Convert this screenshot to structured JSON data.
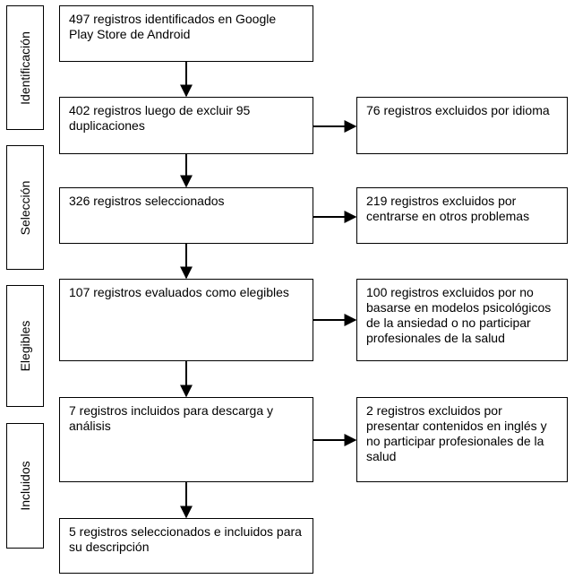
{
  "stages": {
    "identificacion": "Identificación",
    "seleccion": "Selección",
    "elegibles": "Elegibles",
    "incluidos": "Incluidos"
  },
  "flow": {
    "identified": "497 registros identificados en Google Play Store de Android",
    "after_dedup": "402 registros luego de excluir 95 duplicaciones",
    "selected": "326 registros seleccionados",
    "eligible": "107 registros evaluados como elegibles",
    "included_download": "7 registros incluidos para descarga y análisis",
    "final": "5 registros seleccionados e incluidos para su descripción"
  },
  "exclusions": {
    "language": "76 registros excluidos por idioma",
    "other_problems": "219 registros excluidos por centrarse en otros problemas",
    "not_psych": "100 registros excluidos por no basarse en modelos psicológicos de la ansiedad o no participar profesionales de la salud",
    "english": "2 registros excluidos por presentar contenidos en inglés y no participar profesionales de la salud"
  }
}
